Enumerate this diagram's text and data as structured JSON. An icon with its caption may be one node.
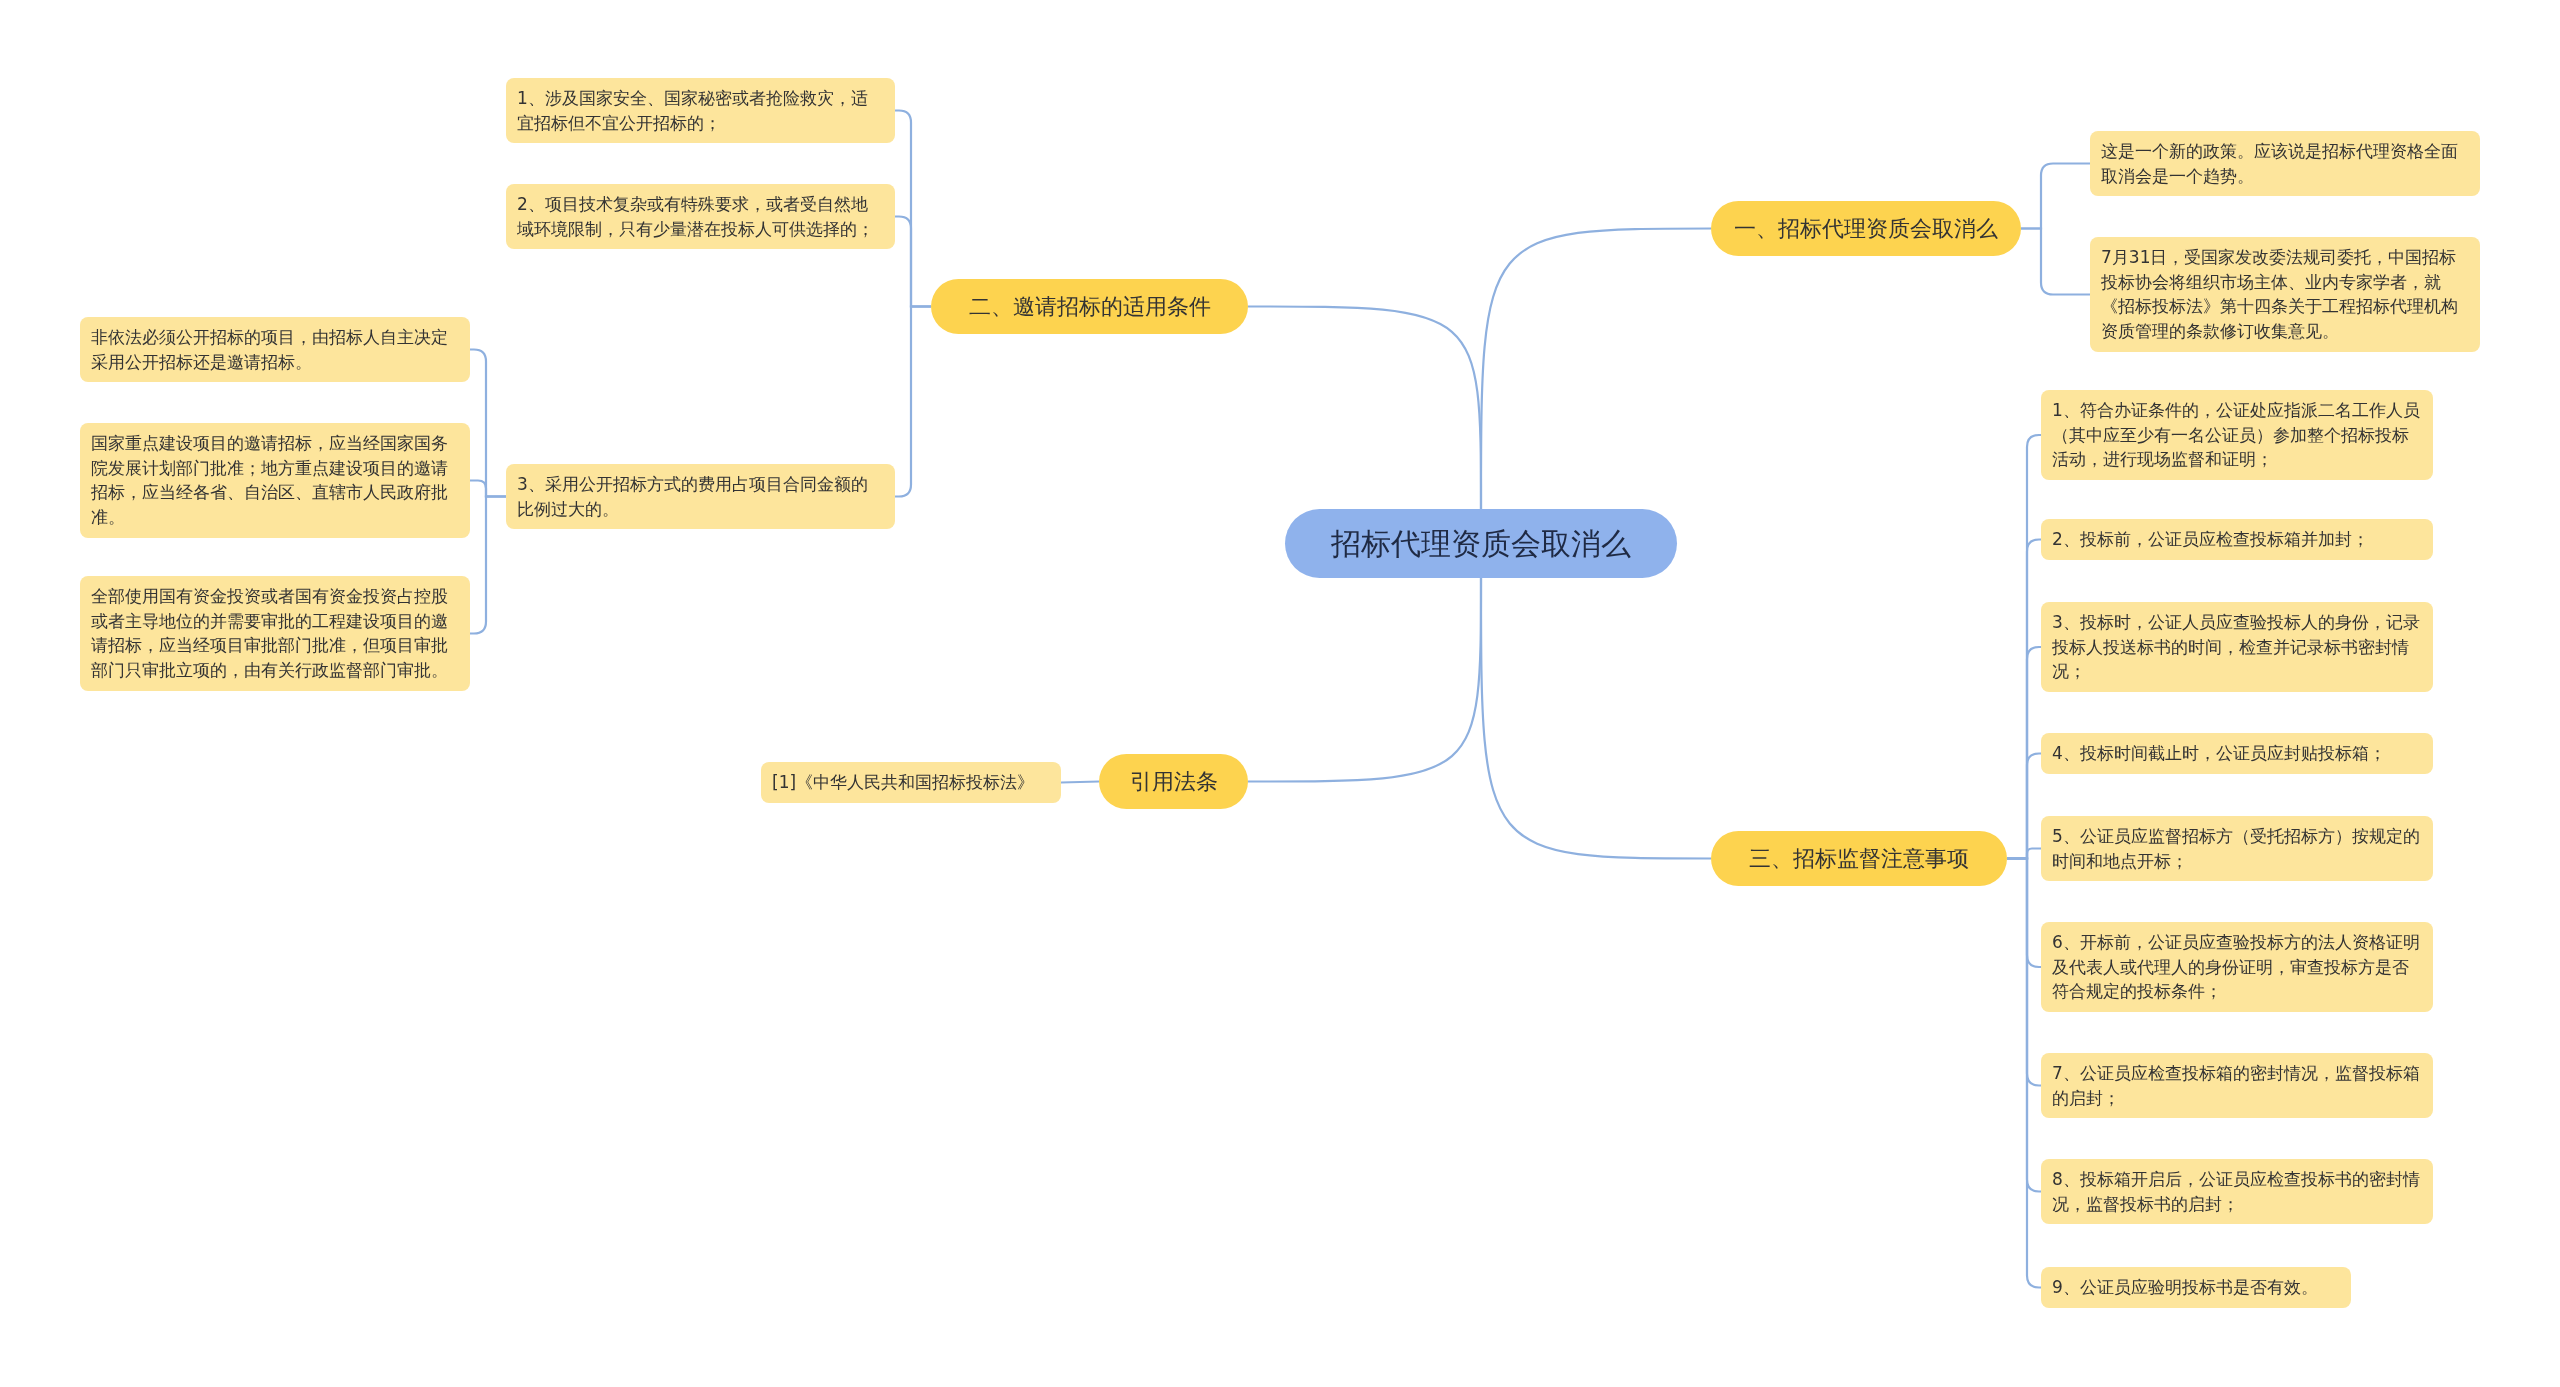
{
  "diagram": {
    "nodes": [
      {
        "text": [
          "招标代理资质会取消么"
        ]
      },
      {
        "text": [
          "一、招标代理资质会取消么"
        ]
      },
      {
        "text": [
          "这是一个新的政策。应该说是招标代理资格全面取消会是一个趋势。"
        ]
      },
      {
        "text": [
          "7月31日，受国家发改委法规司委托，中国招标投标协会将组织市场主体、业内专家学者，就《招标投标法》第十四条关于工程招标代理机构资质管理的条款修订收集意见。"
        ]
      },
      {
        "text": [
          "二、邀请招标的适用条件"
        ]
      },
      {
        "text": [
          "1、涉及国家安全、国家秘密或者抢险救灾，适宜招标但不宜公开招标的；"
        ]
      },
      {
        "text": [
          "2、项目技术复杂或有特殊要求，或者受自然地域环境限制，只有少量潜在投标人可供选择的；"
        ]
      },
      {
        "text": [
          "3、采用公开招标方式的费用占项目合同金额的比例过大的。"
        ]
      },
      {
        "text": [
          "非依法必须公开招标的项目，由招标人自主决定采用公开招标还是邀请招标。"
        ]
      },
      {
        "text": [
          "国家重点建设项目的邀请招标，应当经国家国务院发展计划部门批准；地方重点建设项目的邀请招标，应当经各省、自治区、直辖市人民政府批准。"
        ]
      },
      {
        "text": [
          "全部使用国有资金投资或者国有资金投资占控股或者主导地位的并需要审批的工程建设项目的邀请招标，应当经项目审批部门批准，但项目审批部门只审批立项的，由有关行政监督部门审批。"
        ]
      },
      {
        "text": [
          "引用法条"
        ]
      },
      {
        "text": [
          "[1]《中华人民共和国招标投标法》"
        ]
      },
      {
        "text": [
          "三、招标监督注意事项"
        ]
      },
      {
        "text": [
          "1、符合办证条件的，公证处应指派二名工作人员（其中应至少有一名公证员）参加整个招标投标活动，进行现场监督和证明；"
        ]
      },
      {
        "text": [
          "2、投标前，公证员应检查投标箱并加封；"
        ]
      },
      {
        "text": [
          "3、投标时，公证人员应查验投标人的身份，记录投标人投送标书的时间，检查并记录标书密封情况；"
        ]
      },
      {
        "text": [
          "4、投标时间截止时，公证员应封贴投标箱；"
        ]
      },
      {
        "text": [
          "5、公证员应监督招标方（受托招标方）按规定的时间和地点开标；"
        ]
      },
      {
        "text": [
          "6、开标前，公证员应查验投标方的法人资格证明及代表人或代理人的身份证明，审查投标方是否符合规定的投标条件；"
        ]
      },
      {
        "text": [
          "7、公证员应检查投标箱的密封情况，监督投标箱的启封；"
        ]
      },
      {
        "text": [
          "8、投标箱开启后，公证员应检查投标书的密封情况，监督投标书的启封；"
        ]
      },
      {
        "text": [
          "9、公证员应验明投标书是否有效。"
        ]
      }
    ],
    "edges": [
      {
        "from": 0,
        "to": 1,
        "arrow": "none"
      },
      {
        "from": 1,
        "to": 2,
        "arrow": "none"
      },
      {
        "from": 1,
        "to": 3,
        "arrow": "none"
      },
      {
        "from": 0,
        "to": 4,
        "arrow": "none"
      },
      {
        "from": 4,
        "to": 5,
        "arrow": "none"
      },
      {
        "from": 4,
        "to": 6,
        "arrow": "none"
      },
      {
        "from": 4,
        "to": 7,
        "arrow": "none"
      },
      {
        "from": 7,
        "to": 8,
        "arrow": "none"
      },
      {
        "from": 7,
        "to": 9,
        "arrow": "none"
      },
      {
        "from": 7,
        "to": 10,
        "arrow": "none"
      },
      {
        "from": 0,
        "to": 11,
        "arrow": "none"
      },
      {
        "from": 11,
        "to": 12,
        "arrow": "none"
      },
      {
        "from": 0,
        "to": 13,
        "arrow": "none"
      },
      {
        "from": 13,
        "to": 14,
        "arrow": "none"
      },
      {
        "from": 13,
        "to": 15,
        "arrow": "none"
      },
      {
        "from": 13,
        "to": 16,
        "arrow": "none"
      },
      {
        "from": 13,
        "to": 17,
        "arrow": "none"
      },
      {
        "from": 13,
        "to": 18,
        "arrow": "none"
      },
      {
        "from": 13,
        "to": 19,
        "arrow": "none"
      },
      {
        "from": 13,
        "to": 20,
        "arrow": "none"
      },
      {
        "from": 13,
        "to": 21,
        "arrow": "none"
      },
      {
        "from": 13,
        "to": 22,
        "arrow": "none"
      }
    ]
  }
}
